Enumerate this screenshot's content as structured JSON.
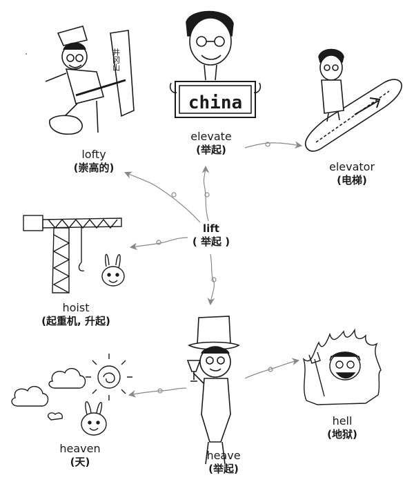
{
  "center": {
    "word": "lift",
    "meaning": "( 举起 )"
  },
  "nodes": {
    "lofty": {
      "word": "lofty",
      "meaning": "(崇高的)"
    },
    "elevate": {
      "word": "elevate",
      "meaning": "(举起)"
    },
    "elevator": {
      "word": "elevator",
      "meaning": "(电梯)"
    },
    "hoist": {
      "word": "hoist",
      "meaning": "(起重机, 升起)"
    },
    "heave": {
      "word": "heave",
      "meaning": "(举起)"
    },
    "heaven": {
      "word": "heaven",
      "meaning": "(天)"
    },
    "hell": {
      "word": "hell",
      "meaning": "(地狱)"
    }
  },
  "sign_text": "china",
  "pillar_text": "井冈山",
  "colors": {
    "ink": "#1a1a1a",
    "arrow": "#888888",
    "paper": "#ffffff"
  }
}
